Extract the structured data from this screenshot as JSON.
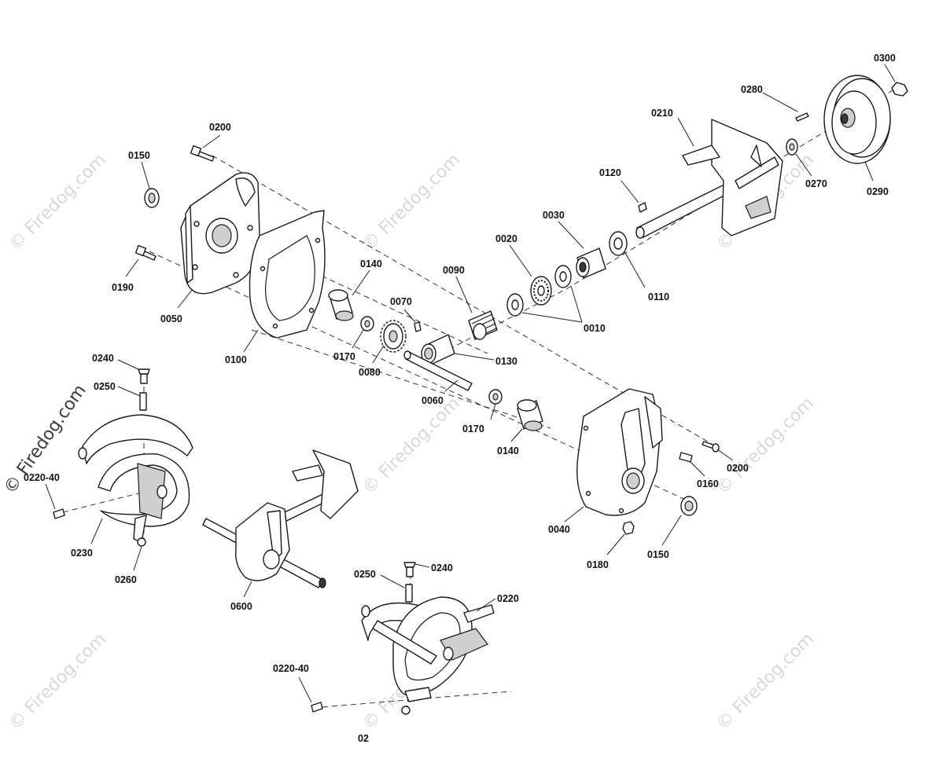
{
  "watermark": {
    "text": "Firedog.com",
    "copyright_symbol": "©"
  },
  "callouts": {
    "c0200a": "0200",
    "c0150a": "0150",
    "c0190": "0190",
    "c0050": "0050",
    "c0100": "0100",
    "c0140a": "0140",
    "c0170a": "0170",
    "c0080": "0080",
    "c0070": "0070",
    "c0090": "0090",
    "c0020": "0020",
    "c0030": "0030",
    "c0120": "0120",
    "c0210": "0210",
    "c0280": "0280",
    "c0300": "0300",
    "c0270": "0270",
    "c0290": "0290",
    "c0110": "0110",
    "c0010": "0010",
    "c0130": "0130",
    "c0060": "0060",
    "c0170b": "0170",
    "c0140b": "0140",
    "c0200b": "0200",
    "c0160": "0160",
    "c0040": "0040",
    "c0180": "0180",
    "c0150b": "0150",
    "c0240a": "0240",
    "c0250a": "0250",
    "c0220-40a": "0220-40",
    "c0230": "0230",
    "c0260": "0260",
    "c0600": "0600",
    "c0250b": "0250",
    "c0240b": "0240",
    "c0220": "0220",
    "c0220-40b": "0220-40",
    "c0260b-partial": "02"
  }
}
